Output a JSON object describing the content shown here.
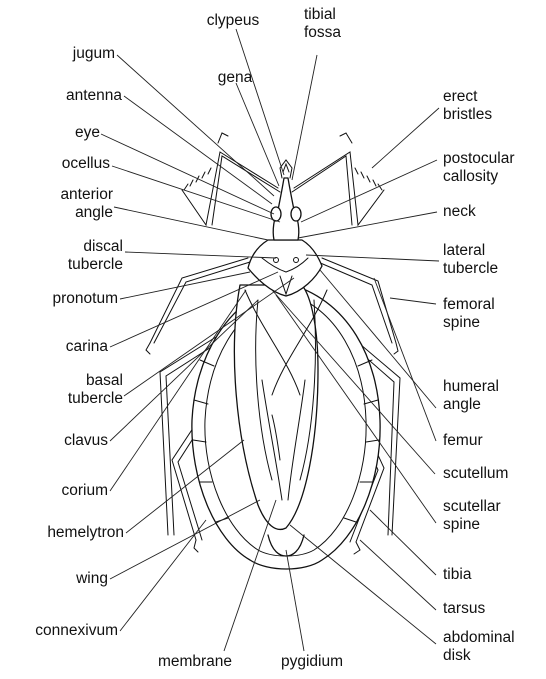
{
  "labels": {
    "clypeus": "clypeus",
    "tibial_fossa": [
      "tibial",
      "fossa"
    ],
    "jugum": "jugum",
    "gena": "gena",
    "antenna": "antenna",
    "erect_bristles": [
      "erect",
      "bristles"
    ],
    "eye": "eye",
    "postocular_callosity": [
      "postocular",
      "callosity"
    ],
    "ocellus": "ocellus",
    "anterior_angle": [
      "anterior",
      "angle"
    ],
    "neck": "neck",
    "discal_tubercle": [
      "discal",
      "tubercle"
    ],
    "lateral_tubercle": [
      "lateral",
      "tubercle"
    ],
    "pronotum": "pronotum",
    "femoral_spine": [
      "femoral",
      "spine"
    ],
    "carina": "carina",
    "basal_tubercle": [
      "basal",
      "tubercle"
    ],
    "humeral_angle": [
      "humeral",
      "angle"
    ],
    "clavus": "clavus",
    "femur": "femur",
    "scutellum": "scutellum",
    "corium": "corium",
    "scutellar_spine": [
      "scutellar",
      "spine"
    ],
    "hemelytron": "hemelytron",
    "wing": "wing",
    "tibia": "tibia",
    "tarsus": "tarsus",
    "connexivum": "connexivum",
    "abdominal_disk": [
      "abdominal",
      "disk"
    ],
    "membrane": "membrane",
    "pygidium": "pygidium"
  }
}
